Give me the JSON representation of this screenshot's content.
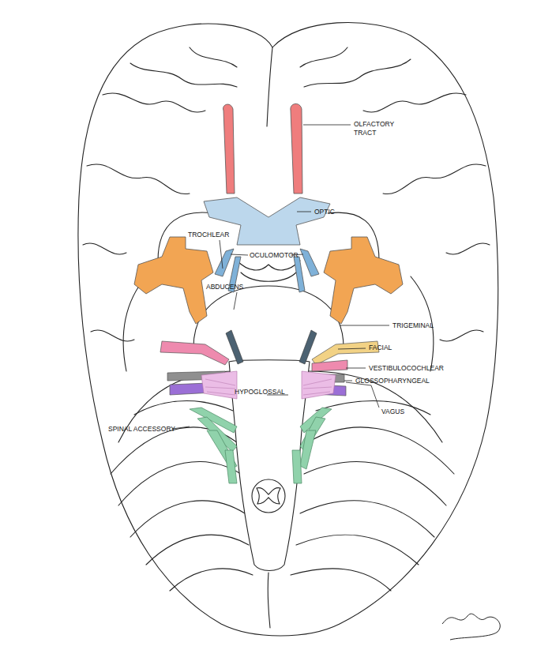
{
  "diagram": {
    "labels": [
      "OLFACTORY TRACT",
      "OPTIC",
      "TROCHLEAR",
      "OCULOMOTOR",
      "ABDUCENS",
      "TRIGEMINAL",
      "FACIAL",
      "VESTIBULOCOCHLEAR",
      "GLOSSOPHARYNGEAL",
      "HYPOGLOSSAL",
      "VAGUS",
      "SPINAL ACCESSORY"
    ]
  }
}
